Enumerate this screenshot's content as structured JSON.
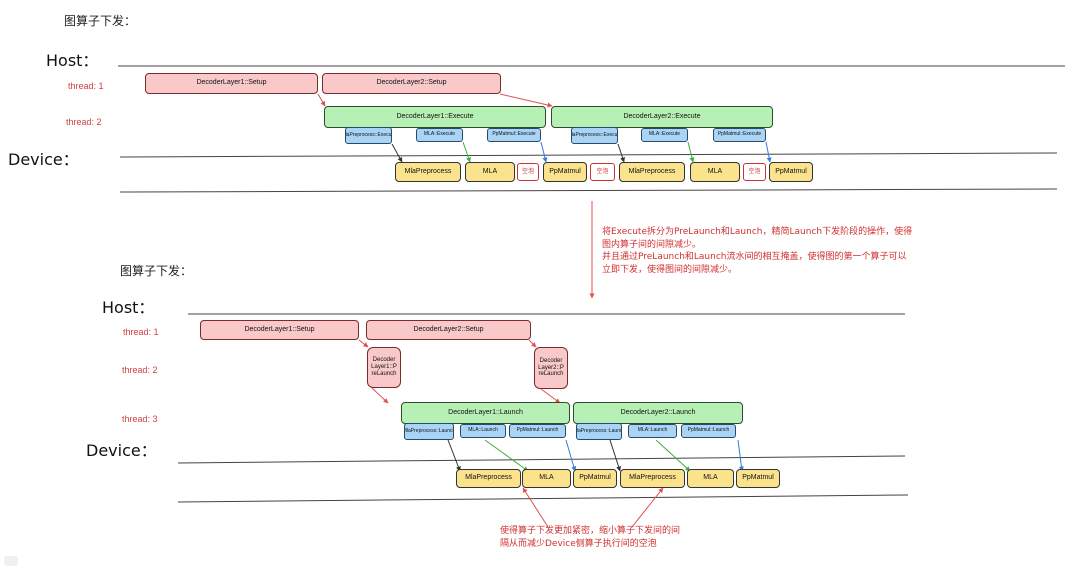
{
  "top": {
    "title": "图算子下发：",
    "host": "Host：",
    "device": "Device：",
    "threads": [
      "thread: 1",
      "thread: 2"
    ],
    "setup": [
      "DecoderLayer1::Setup",
      "DecoderLayer2::Setup"
    ],
    "execute": [
      "DecoderLayer1::Execute",
      "DecoderLayer2::Execute"
    ],
    "ops1": [
      "MlaPreprocess::Execute",
      "MLA::Execute",
      "PpMatmul::Execute"
    ],
    "ops2": [
      "MlaPreprocess::Execute",
      "MLA::Execute",
      "PpMatmul::Execute"
    ],
    "device_ops": [
      "MlaPreprocess",
      "MLA",
      "空泡",
      "PpMatmul",
      "空泡",
      "MlaPreprocess",
      "MLA",
      "空泡",
      "PpMatmul"
    ]
  },
  "middle_note": {
    "line1": "将Execute拆分为PreLaunch和Launch，精简Launch下发阶段的操作，使得",
    "line2": "图内算子间的间隙减少。",
    "line3": "并且通过PreLaunch和Launch流水间的相互掩盖，使得图的第一个算子可以",
    "line4": "立即下发，使得图间的间隙减少。"
  },
  "bottom": {
    "title": "图算子下发：",
    "host": "Host：",
    "device": "Device：",
    "threads": [
      "thread: 1",
      "thread: 2",
      "thread: 3"
    ],
    "setup": [
      "DecoderLayer1::Setup",
      "DecoderLayer2::Setup"
    ],
    "prelaunch": [
      "Decoder Layer1::P reLaunch",
      "Decoder Layer2::P reLaunch"
    ],
    "launch": [
      "DecoderLayer1::Launch",
      "DecoderLayer2::Launch"
    ],
    "ops1": [
      "MlaPreprocess::Launch",
      "MLA::Launch",
      "PpMatmul::Launch"
    ],
    "ops2": [
      "MlaPreprocess::Launch",
      "MLA::Launch",
      "PpMatmul::Launch"
    ],
    "device_ops": [
      "MlaPreprocess",
      "MLA",
      "PpMatmul",
      "MlaPreprocess",
      "MLA",
      "PpMatmul"
    ]
  },
  "bottom_note": {
    "line1": "使得算子下发更加紧密，缩小算子下发间的间",
    "line2": "隔从而减少Device侧算子执行间的空泡"
  },
  "colors": {
    "setup": "#f9c8c8",
    "execute": "#b7f0b5",
    "op": "#a9d4f6",
    "device_op": "#fbe38e",
    "arrow_red": "#e05050",
    "arrow_green": "#3cb03c",
    "arrow_blue": "#3a7ad8",
    "arrow_dark": "#333333"
  }
}
